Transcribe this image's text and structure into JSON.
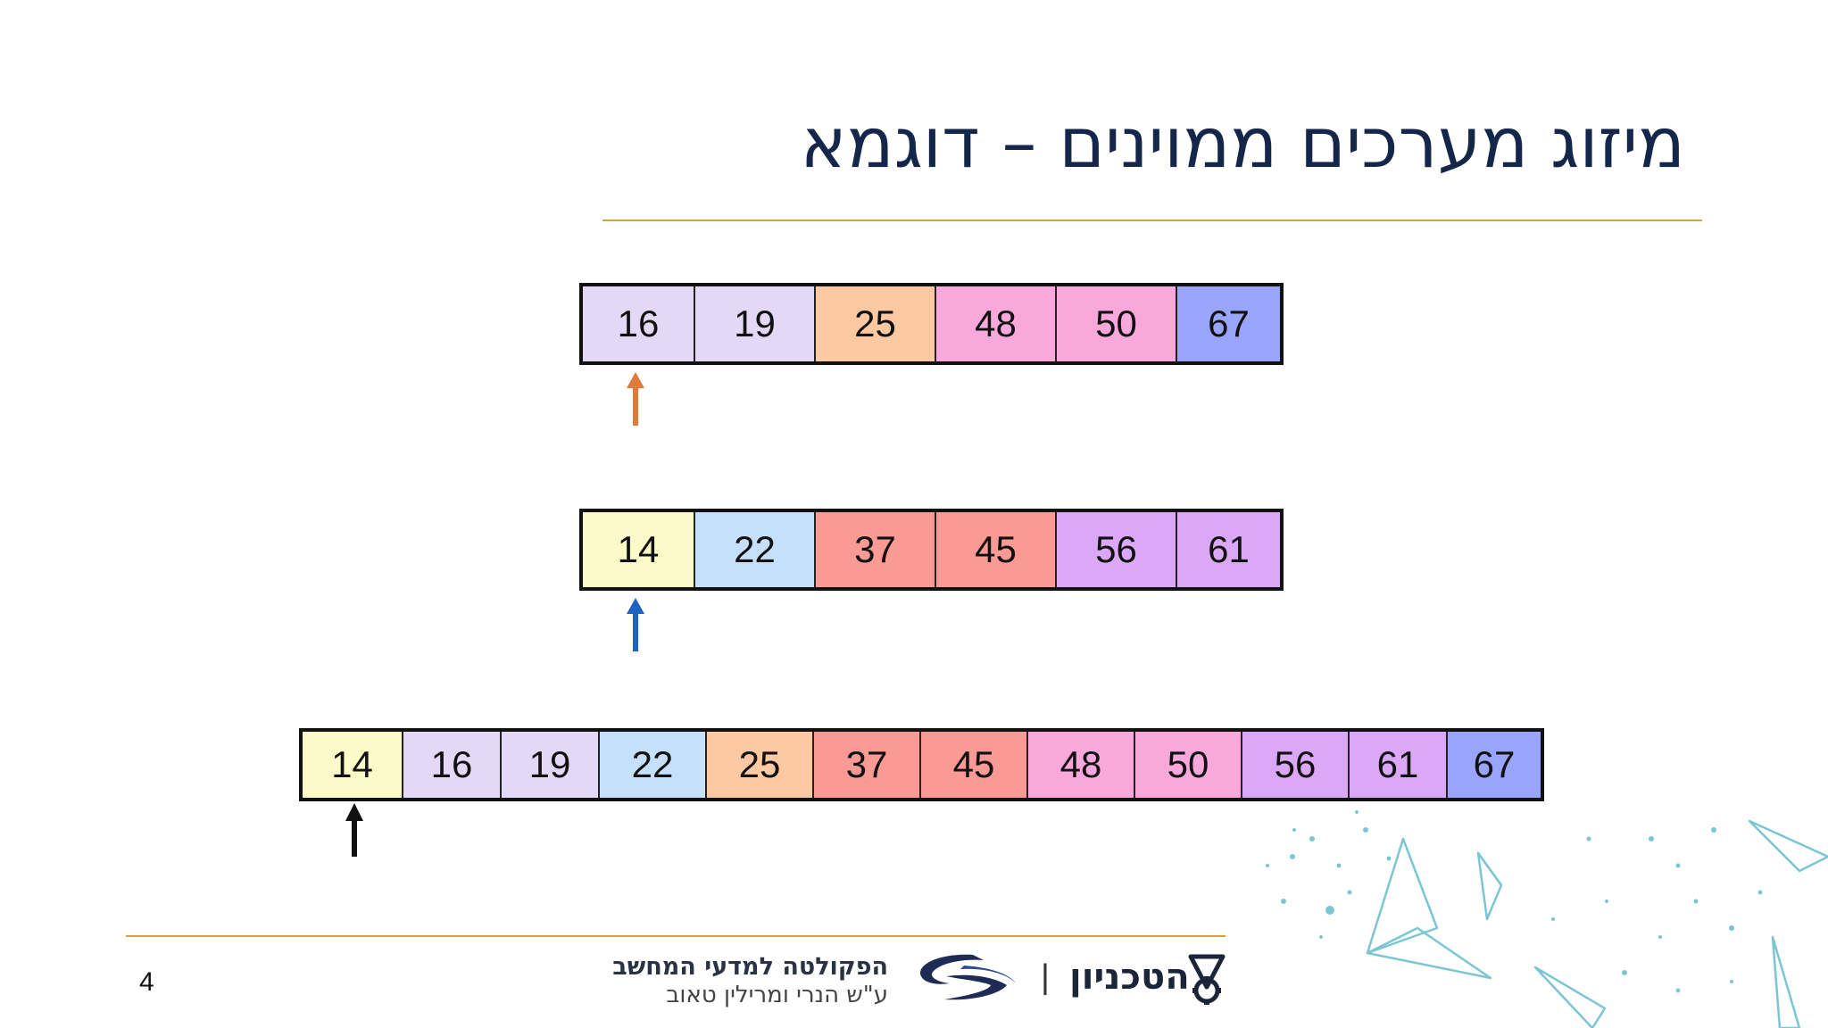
{
  "title": "מיזוג מערכים ממוינים – דוגמא",
  "arrays": {
    "a": {
      "cells": [
        {
          "value": "16",
          "color": "#e3d9f7"
        },
        {
          "value": "19",
          "color": "#e3d9f7"
        },
        {
          "value": "25",
          "color": "#fcc9a3"
        },
        {
          "value": "48",
          "color": "#f9a8dc"
        },
        {
          "value": "50",
          "color": "#f9a8dc"
        },
        {
          "value": "67",
          "color": "#99a4fb"
        }
      ],
      "pointer_color": "#e07b39"
    },
    "b": {
      "cells": [
        {
          "value": "14",
          "color": "#fcfac8"
        },
        {
          "value": "22",
          "color": "#c5e0fb"
        },
        {
          "value": "37",
          "color": "#fa9a94"
        },
        {
          "value": "45",
          "color": "#fa9a94"
        },
        {
          "value": "56",
          "color": "#dba8f8"
        },
        {
          "value": "61",
          "color": "#dba8f8"
        }
      ],
      "pointer_color": "#1c63c0"
    },
    "merged": {
      "cells": [
        {
          "value": "14",
          "color": "#fcfac8"
        },
        {
          "value": "16",
          "color": "#e3d9f7"
        },
        {
          "value": "19",
          "color": "#e3d9f7"
        },
        {
          "value": "22",
          "color": "#c5e0fb"
        },
        {
          "value": "25",
          "color": "#fcc9a3"
        },
        {
          "value": "37",
          "color": "#fa9a94"
        },
        {
          "value": "45",
          "color": "#fa9a94"
        },
        {
          "value": "48",
          "color": "#f9a8dc"
        },
        {
          "value": "50",
          "color": "#f9a8dc"
        },
        {
          "value": "56",
          "color": "#dba8f8"
        },
        {
          "value": "61",
          "color": "#dba8f8"
        },
        {
          "value": "67",
          "color": "#99a4fb"
        }
      ],
      "pointer_color": "#111111"
    }
  },
  "footer": {
    "page_number": "4",
    "faculty_name": "הפקולטה למדעי המחשב",
    "faculty_dedication": "ע\"ש הנרי ומרילין טאוב",
    "separator": "|",
    "technion": "הטכניון"
  },
  "colors": {
    "title": "#14264a",
    "rule": "#d4a53a",
    "decor": "#7cc6d4"
  }
}
